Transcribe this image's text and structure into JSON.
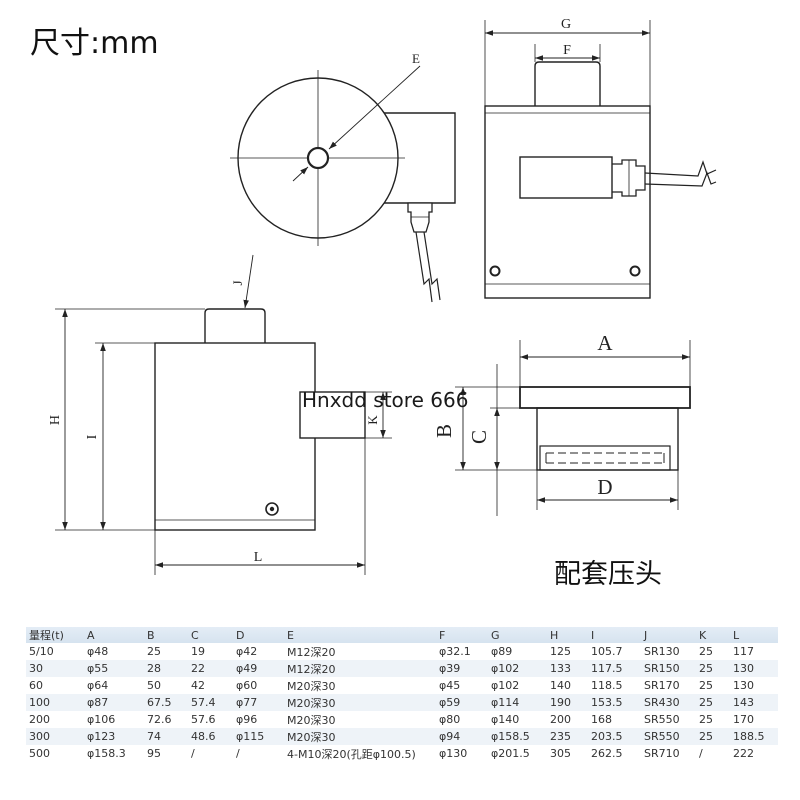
{
  "title": "尺寸:mm",
  "watermark": "Hnxdd store 666",
  "caption": "配套压头",
  "labels": {
    "E": "E",
    "G": "G",
    "F": "F",
    "J": "J",
    "H": "H",
    "I": "I",
    "K": "K",
    "L": "L",
    "A": "A",
    "B": "B",
    "C": "C",
    "D": "D"
  },
  "table": {
    "headers": [
      "量程(t)",
      "A",
      "B",
      "C",
      "D",
      "E",
      "F",
      "G",
      "H",
      "I",
      "J",
      "K",
      "L"
    ],
    "rows": [
      [
        "5/10",
        "φ48",
        "25",
        "19",
        "φ42",
        "M12深20",
        "φ32.1",
        "φ89",
        "125",
        "105.7",
        "SR130",
        "25",
        "117"
      ],
      [
        "30",
        "φ55",
        "28",
        "22",
        "φ49",
        "M12深20",
        "φ39",
        "φ102",
        "133",
        "117.5",
        "SR150",
        "25",
        "130"
      ],
      [
        "60",
        "φ64",
        "50",
        "42",
        "φ60",
        "M20深30",
        "φ45",
        "φ102",
        "140",
        "118.5",
        "SR170",
        "25",
        "130"
      ],
      [
        "100",
        "φ87",
        "67.5",
        "57.4",
        "φ77",
        "M20深30",
        "φ59",
        "φ114",
        "190",
        "153.5",
        "SR430",
        "25",
        "143"
      ],
      [
        "200",
        "φ106",
        "72.6",
        "57.6",
        "φ96",
        "M20深30",
        "φ80",
        "φ140",
        "200",
        "168",
        "SR550",
        "25",
        "170"
      ],
      [
        "300",
        "φ123",
        "74",
        "48.6",
        "φ115",
        "M20深30",
        "φ94",
        "φ158.5",
        "235",
        "203.5",
        "SR550",
        "25",
        "188.5"
      ],
      [
        "500",
        "φ158.3",
        "95",
        "/",
        "/",
        "4-M10深20(孔距φ100.5)",
        "φ130",
        "φ201.5",
        "305",
        "262.5",
        "SR710",
        "/",
        "222"
      ]
    ]
  }
}
